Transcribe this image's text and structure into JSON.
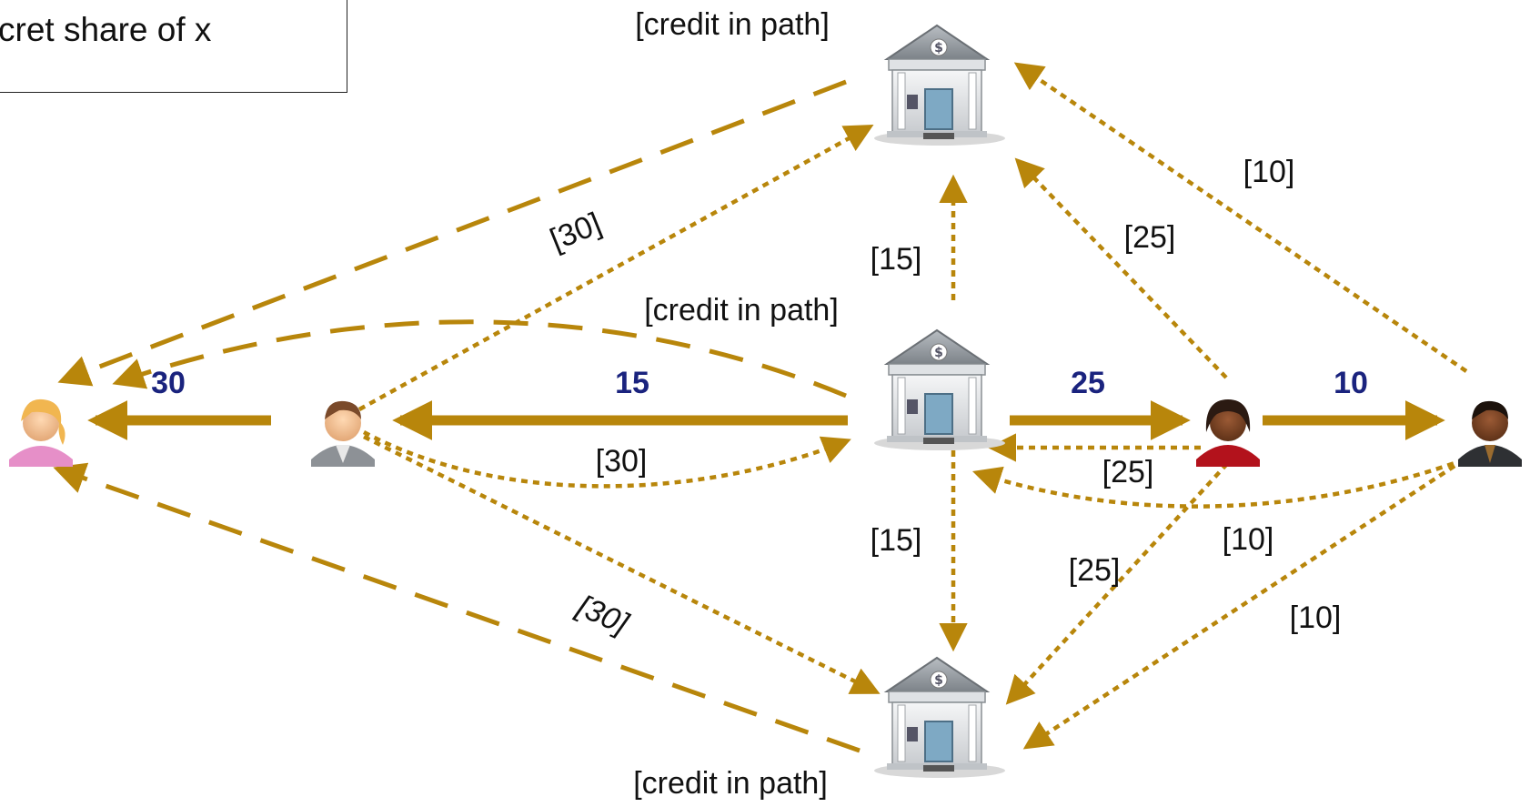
{
  "legend": {
    "text": "cret share of x"
  },
  "bank_labels": {
    "top": "[credit in path]",
    "middle": "[credit in path]",
    "bottom": "[credit in path]"
  },
  "payments": [
    {
      "id": "p1",
      "value": "30"
    },
    {
      "id": "p2",
      "value": "15"
    },
    {
      "id": "p3",
      "value": "25"
    },
    {
      "id": "p4",
      "value": "10"
    }
  ],
  "path_labels": {
    "top_left": "[30]",
    "mid_15_up": "[15]",
    "top_25": "[25]",
    "top_10": "[10]",
    "mid_30": "[30]",
    "mid_25": "[25]",
    "mid_10": "[10]",
    "mid_15_down": "[15]",
    "bottom_25": "[25]",
    "bottom_30": "[30]",
    "bottom_10": "[10]"
  },
  "colors": {
    "arrow": "#B8860B",
    "amount": "#1a237e",
    "bank_roof": "#9aa0a6",
    "bank_body": "#e8eaed"
  },
  "icons": [
    "bank-icon",
    "user-female-icon",
    "user-male-icon",
    "user-woman-icon",
    "user-man-icon"
  ]
}
